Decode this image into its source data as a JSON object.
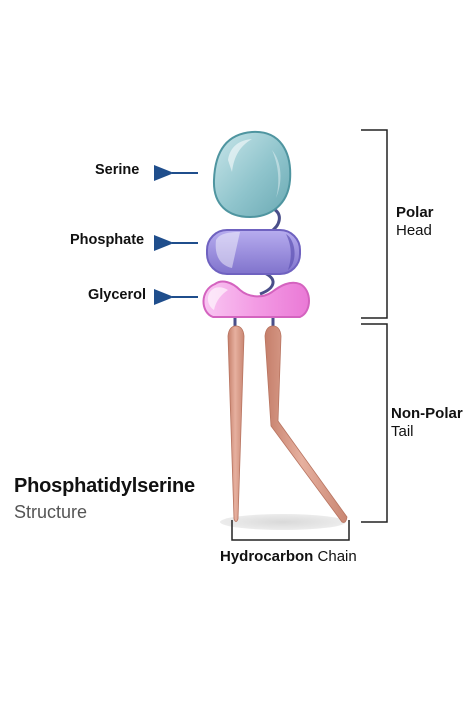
{
  "parts": {
    "serine": "Serine",
    "phosphate": "Phosphate",
    "glycerol": "Glycerol"
  },
  "regions": {
    "polar": {
      "bold": "Polar",
      "normal": "Head"
    },
    "nonpolar": {
      "bold": "Non-Polar",
      "normal": "Tail"
    }
  },
  "chain": {
    "bold": "Hydrocarbon",
    "normal": "Chain"
  },
  "title": {
    "main": "Phosphatidylserine",
    "sub": "Structure"
  },
  "colors": {
    "serine": "#8fc7cf",
    "phosphate": "#9b8fdc",
    "glycerol": "#f38fe0",
    "tail": "#d49a86",
    "arrow": "#1f4e8c",
    "bracket": "#222222"
  }
}
